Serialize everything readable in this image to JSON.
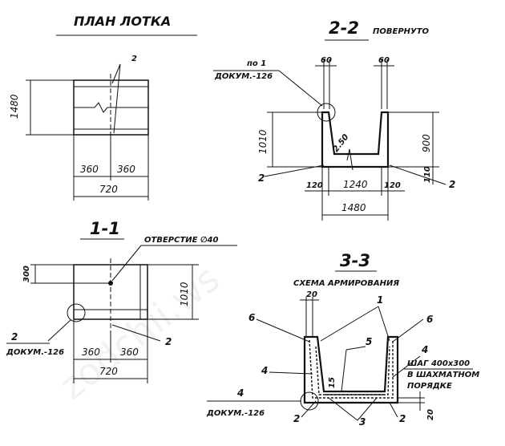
{
  "watermark": "zodchii.ws",
  "plan": {
    "title": "ПЛАН ЛОТКА",
    "mark": "2",
    "dim_height": "1480",
    "dim_left": "360",
    "dim_right": "360",
    "dim_total": "720"
  },
  "section_22": {
    "title": "2-2",
    "subtitle": "ПОВЕРНУТО",
    "node_label": "по 1",
    "node_doc": "ДОКУМ.-126",
    "dim_top_left": "60",
    "dim_top_right": "60",
    "slope": "2.50",
    "dim_height": "1010",
    "dim_right_height": "900",
    "dim_right_base": "110",
    "mark_left": "2",
    "mark_right": "2",
    "dim_wall_left": "120",
    "dim_inner": "1240",
    "dim_wall_right": "120",
    "dim_total": "1480"
  },
  "section_11": {
    "title": "1-1",
    "hole_label": "ОТВЕРСТИЕ ∅40",
    "dim_hole": "300",
    "dim_height": "1010",
    "node_label": "2",
    "node_doc": "ДОКУМ.-126",
    "mark_right": "2",
    "dim_left": "360",
    "dim_right": "360",
    "dim_total": "720"
  },
  "section_33": {
    "title": "3-3",
    "subtitle": "СХЕМА АРМИРОВАНИЯ",
    "dim_top": "20",
    "marks": {
      "m1": "1",
      "m6_left": "6",
      "m6_right": "6",
      "m5": "5",
      "m4_left": "4",
      "m4_right": "4",
      "m15": "15",
      "m2_left": "2",
      "m3": "3",
      "m2_right": "2"
    },
    "note": [
      "ШАГ 400х300",
      "В ШАХМАТНОМ",
      "ПОРЯДКЕ"
    ],
    "node_label": "4",
    "node_doc": "ДОКУМ.-126",
    "dim_bottom": "20"
  }
}
